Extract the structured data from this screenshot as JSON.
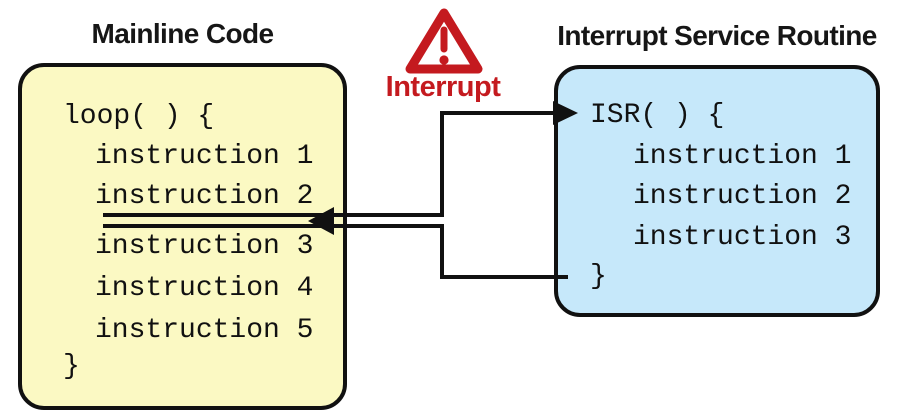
{
  "colors": {
    "yellow_fill": "#FBF9C3",
    "blue_fill": "#C6E8FA",
    "red": "#C41A1F",
    "line": "#111111"
  },
  "mainline": {
    "title": "Mainline Code",
    "lines": [
      "loop( ) {",
      "instruction 1",
      "instruction 2",
      "instruction 3",
      "instruction 4",
      "instruction 5",
      "}"
    ]
  },
  "isr": {
    "title": "Interrupt Service Routine",
    "lines": [
      "ISR( ) {",
      "instruction 1",
      "instruction 2",
      "instruction 3",
      "}"
    ]
  },
  "interrupt": {
    "label": "Interrupt",
    "icon": "warning-triangle-icon"
  }
}
